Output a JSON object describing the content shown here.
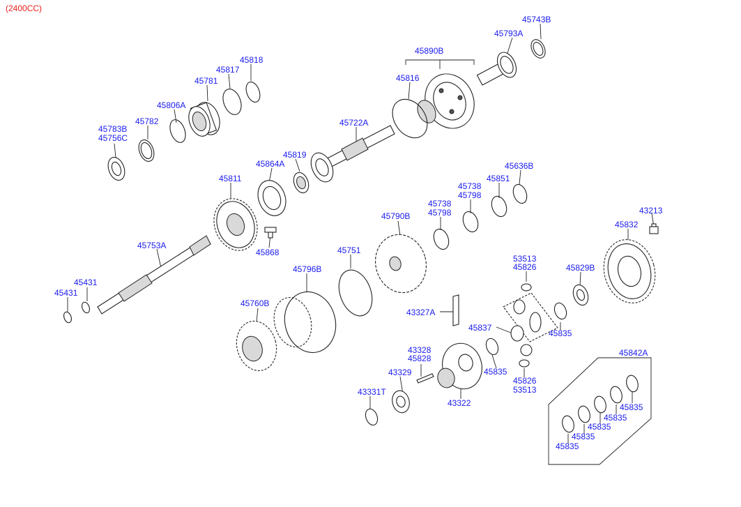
{
  "caption": "(2400CC)",
  "labels": {
    "l45743B": "45743B",
    "l45793A": "45793A",
    "l45890B": "45890B",
    "l45816": "45816",
    "l45818": "45818",
    "l45817": "45817",
    "l45781": "45781",
    "l45806A": "45806A",
    "l45782": "45782",
    "l45783B": "45783B",
    "l45756C": "45756C",
    "l45722A": "45722A",
    "l45819": "45819",
    "l45864A": "45864A",
    "l45811": "45811",
    "l45636B": "45636B",
    "l45738a": "45738",
    "l45851": "45851",
    "l45798a": "45798",
    "l45738b": "45738",
    "l45798b": "45798",
    "l43213": "43213",
    "l45832": "45832",
    "l45790B": "45790B",
    "l45868": "45868",
    "l45753A": "45753A",
    "l45751": "45751",
    "l53513a": "53513",
    "l45826a": "45826",
    "l45829B": "45829B",
    "l45796B": "45796B",
    "l45431a": "45431",
    "l45431b": "45431",
    "l45760B": "45760B",
    "l43327A": "43327A",
    "l45837": "45837",
    "l45835a": "45835",
    "l43328": "43328",
    "l45828": "45828",
    "l45835b": "45835",
    "l45842A": "45842A",
    "l43329": "43329",
    "l45826b": "45826",
    "l53513b": "53513",
    "l43331T": "43331T",
    "l43322": "43322",
    "l45835c": "45835",
    "l45835d": "45835",
    "l45835e": "45835",
    "l45835f": "45835",
    "l45835g": "45835"
  }
}
